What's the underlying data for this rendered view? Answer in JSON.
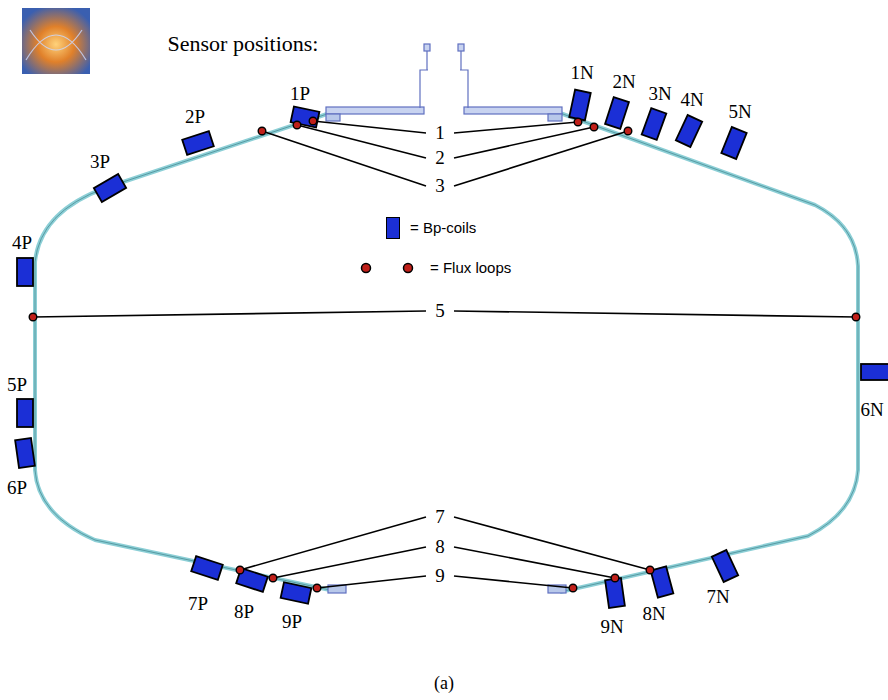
{
  "diagram": {
    "title": "Sensor positions:",
    "caption": "(a)",
    "labels": [
      "1P",
      "2P",
      "3P",
      "4P",
      "5P",
      "6P",
      "7P",
      "8P",
      "9P",
      "1N",
      "2N",
      "3N",
      "4N",
      "5N",
      "6N",
      "7N",
      "8N",
      "9N",
      "1",
      "2",
      "3",
      "5",
      "7",
      "8",
      "9"
    ],
    "legend": [
      {
        "text": "= Bp-coils",
        "color": "#1b2fd6"
      },
      {
        "text": "= Flux loops"
      }
    ]
  }
}
